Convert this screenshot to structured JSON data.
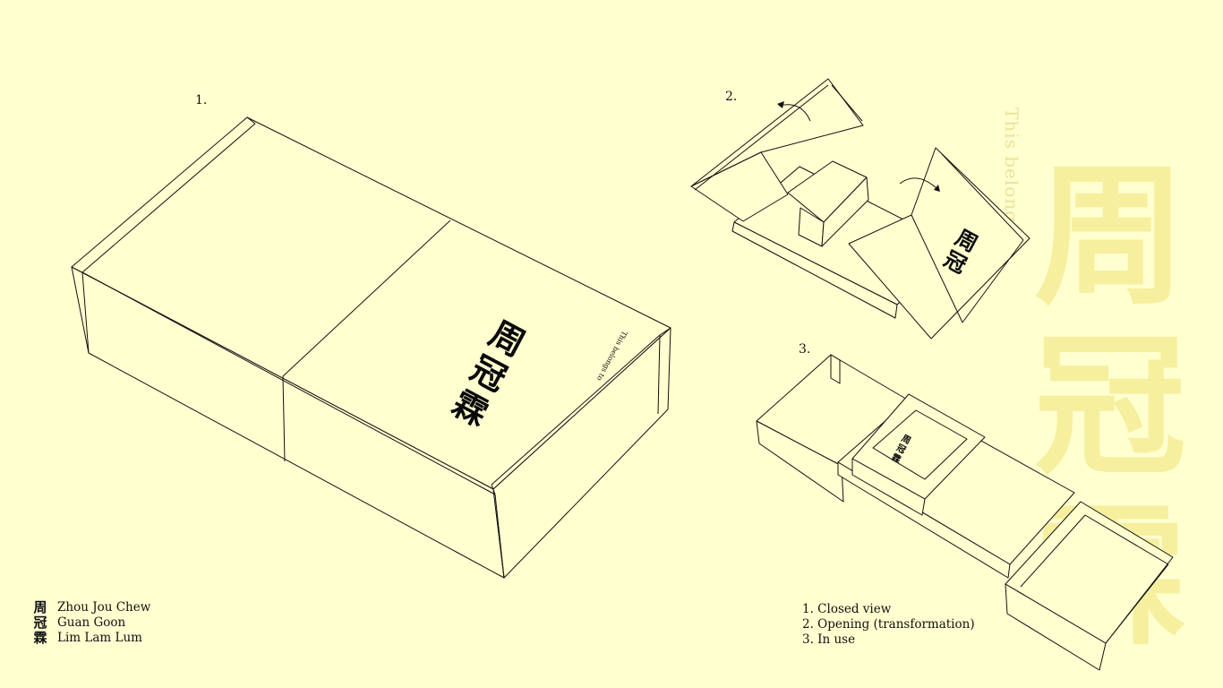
{
  "figures": {
    "fig1_label": "1.",
    "fig2_label": "2.",
    "fig3_label": "3."
  },
  "box_mark": {
    "chars": [
      "周",
      "冠",
      "霖"
    ],
    "tagline": "This belongs to"
  },
  "legend": [
    {
      "glyph": "周",
      "text": "Zhou Jou Chew"
    },
    {
      "glyph": "冠",
      "text": "Guan Goon"
    },
    {
      "glyph": "霖",
      "text": "Lim Lam Lum"
    }
  ],
  "captions": [
    "1. Closed view",
    "2. Opening (transformation)",
    "3. In use"
  ],
  "watermark": {
    "chars": [
      "周",
      "冠",
      "霖"
    ],
    "text": "This belongs to"
  },
  "colors": {
    "background": "#ffffd0",
    "ink": "#111111",
    "watermark": "#f6ef9e"
  }
}
